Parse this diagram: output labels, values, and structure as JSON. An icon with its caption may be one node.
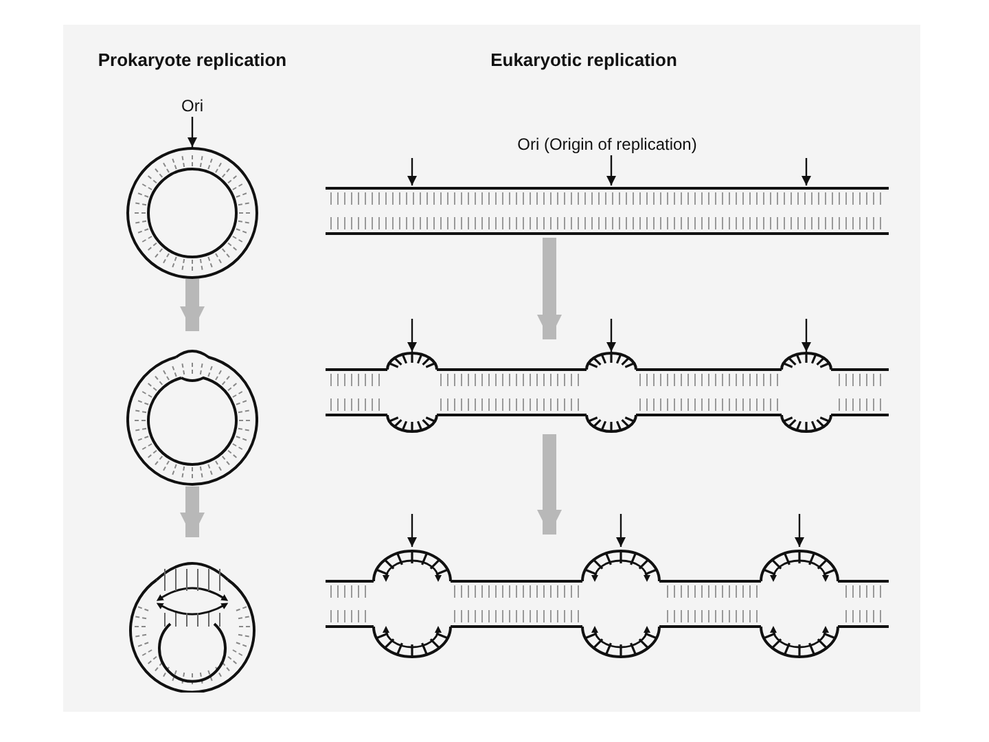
{
  "diagram": {
    "nodes": [
      {
        "text": [
          "Ori"
        ]
      },
      {
        "text": [],
        "shape": "circle"
      },
      {
        "text": [],
        "shape": "circle"
      },
      {
        "text": [],
        "shape": "circle"
      },
      {
        "text": [
          "Ori (Origin of replication)"
        ]
      },
      {
        "text": [],
        "shape": "bar"
      },
      {
        "text": [],
        "shape": "bar"
      },
      {
        "text": [],
        "shape": "bar"
      }
    ],
    "edges": [
      {
        "from": 0,
        "to": 1,
        "arrow": "to"
      },
      {
        "from": 1,
        "to": 2,
        "arrow": "to",
        "style": "thick",
        "color": "#b8b8b8"
      },
      {
        "from": 2,
        "to": 3,
        "arrow": "to",
        "style": "thick",
        "color": "#b8b8b8"
      },
      {
        "from": null,
        "to": 5,
        "arrow": "to"
      },
      {
        "from": 4,
        "to": 5,
        "arrow": "to"
      },
      {
        "from": null,
        "to": 5,
        "arrow": "to"
      },
      {
        "from": 5,
        "to": 6,
        "arrow": "to",
        "style": "thick",
        "color": "#b8b8b8"
      },
      {
        "from": null,
        "to": 6,
        "arrow": "to"
      },
      {
        "from": null,
        "to": 6,
        "arrow": "to"
      },
      {
        "from": null,
        "to": 6,
        "arrow": "to"
      },
      {
        "from": 6,
        "to": 7,
        "arrow": "to",
        "style": "thick",
        "color": "#b8b8b8"
      },
      {
        "from": null,
        "to": 7,
        "arrow": "to"
      },
      {
        "from": null,
        "to": 7,
        "arrow": "to"
      },
      {
        "from": null,
        "to": 7,
        "arrow": "to"
      }
    ],
    "labels": [
      "Prokaryote replication",
      "Eukaryotic replication"
    ]
  }
}
